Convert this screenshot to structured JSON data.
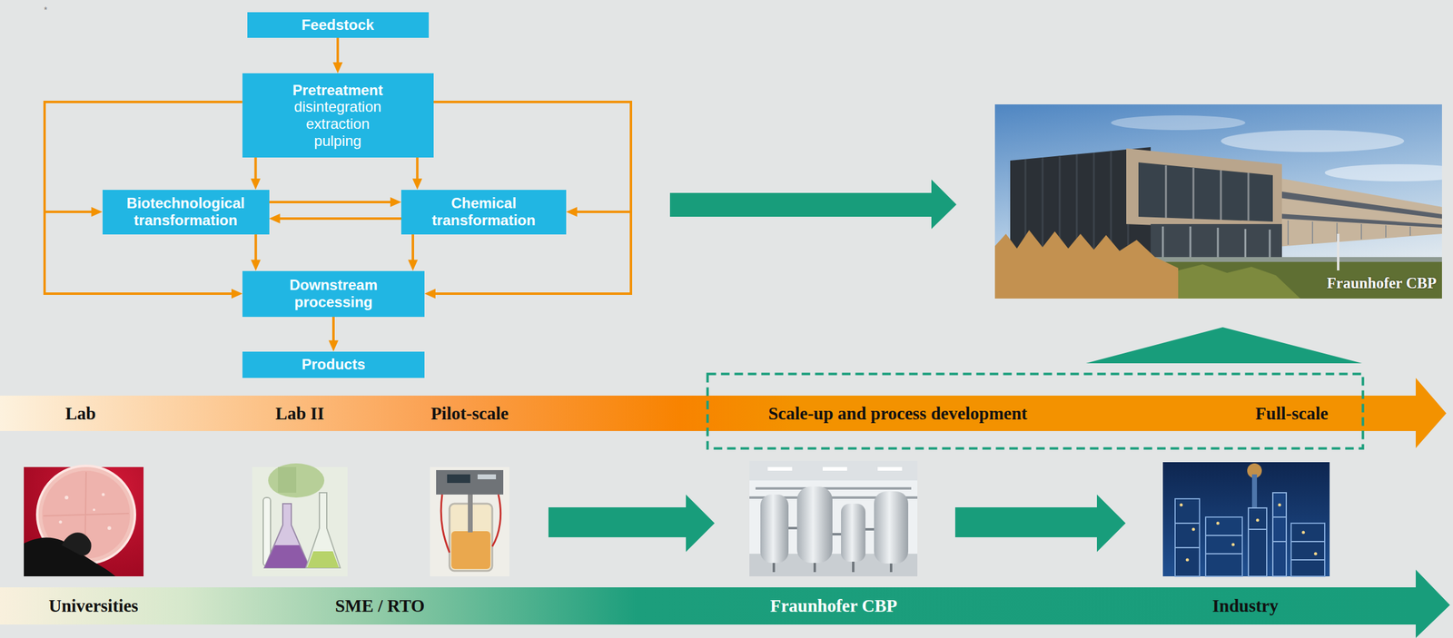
{
  "diagram": {
    "nodes": [
      {
        "text": [
          "Feedstock"
        ]
      },
      {
        "text": [
          "Pretreatment",
          "disintegration extraction pulping"
        ]
      },
      {
        "text": [
          "Biotechnological transformation"
        ]
      },
      {
        "text": [
          "Chemical transformation"
        ]
      },
      {
        "text": [
          "Downstream processing"
        ]
      },
      {
        "text": [
          "Products"
        ]
      },
      {
        "text": [
          "Lab",
          "Lab II",
          "Pilot-scale",
          "Scale-up and process development",
          "Full-scale"
        ]
      },
      {
        "text": [
          "Universities",
          "SME / RTO",
          "Fraunhofer CBP",
          "Industry"
        ]
      }
    ],
    "edges": [
      {
        "from": 0,
        "to": 1,
        "arrow": "to"
      },
      {
        "from": 1,
        "to": 2,
        "arrow": "to"
      },
      {
        "from": 1,
        "to": 3,
        "arrow": "to"
      },
      {
        "from": 2,
        "to": 3,
        "arrow": "to"
      },
      {
        "from": 3,
        "to": 2,
        "arrow": "to"
      },
      {
        "from": 2,
        "to": 4,
        "arrow": "to"
      },
      {
        "from": 3,
        "to": 4,
        "arrow": "to"
      },
      {
        "from": 4,
        "to": 5,
        "arrow": "to"
      },
      {
        "from": 1,
        "to": 2,
        "arrow": "to"
      },
      {
        "from": 1,
        "to": 4,
        "arrow": "to"
      },
      {
        "from": 1,
        "to": 3,
        "arrow": "to"
      },
      {
        "from": 1,
        "to": 4,
        "arrow": "to"
      }
    ],
    "labels": [
      "*",
      "Fraunhofer CBP"
    ]
  }
}
